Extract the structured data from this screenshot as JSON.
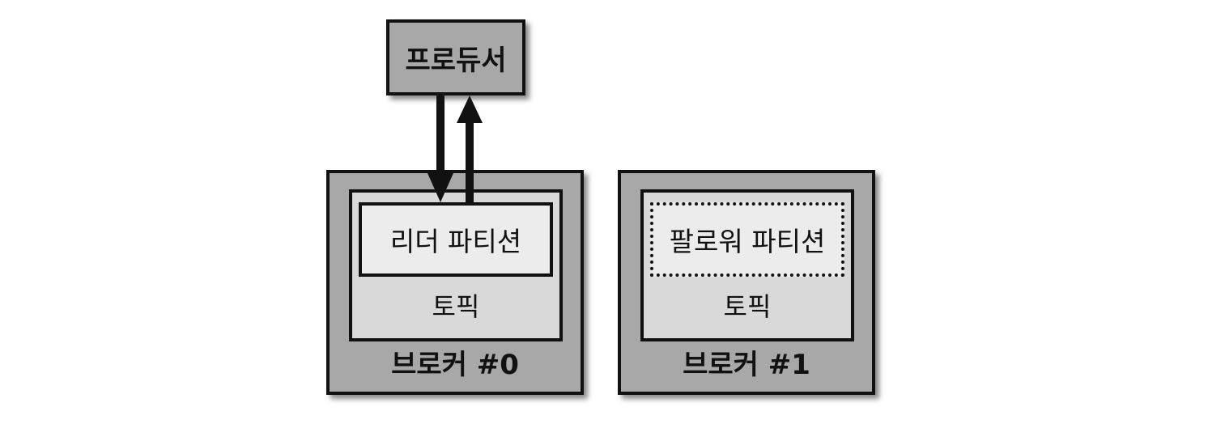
{
  "producer": {
    "label": "프로듀서"
  },
  "brokers": [
    {
      "label": "브로커 #0",
      "topic_label": "토픽",
      "partition_label": "리더 파티션",
      "partition_role": "leader"
    },
    {
      "label": "브로커 #1",
      "topic_label": "토픽",
      "partition_label": "팔로워 파티션",
      "partition_role": "follower"
    }
  ],
  "colors": {
    "box_dark": "#a8a8a8",
    "topic": "#d9d9d9",
    "partition": "#ececec",
    "stroke": "#111111"
  }
}
